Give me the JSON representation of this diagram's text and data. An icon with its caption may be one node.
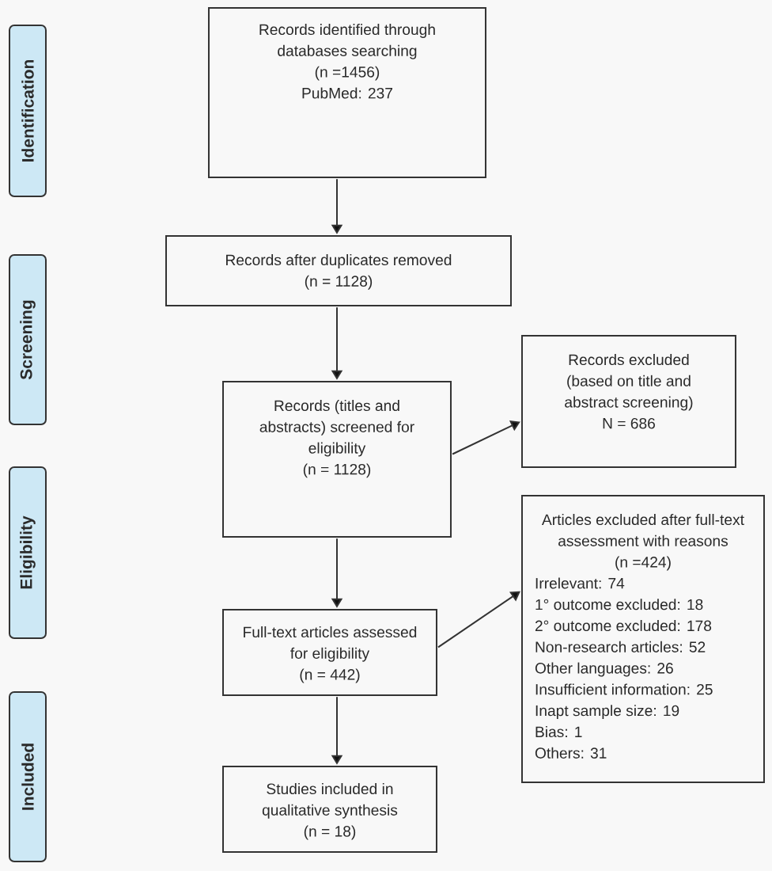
{
  "diagram": {
    "nodes": [
      {
        "text": [
          "Identification"
        ]
      },
      {
        "text": [
          "Screening"
        ]
      },
      {
        "text": [
          "Eligibility"
        ]
      },
      {
        "text": [
          "Included"
        ]
      },
      {
        "text": [
          "Records identified through databases searching",
          "(n =1456)",
          "PubMed: 237"
        ]
      },
      {
        "text": [
          "Records after duplicates removed",
          "(n = 1128)"
        ]
      },
      {
        "text": [
          "Records (titles and abstracts) screened for eligibility",
          "(n = 1128)"
        ]
      },
      {
        "text": [
          "Records excluded (based on title and abstract screening)",
          "N = 686"
        ]
      },
      {
        "text": [
          "Full-text articles assessed for eligibility",
          "(n = 442)"
        ]
      },
      {
        "text": [
          "Articles excluded after full-text assessment with reasons",
          "(n =424)",
          "Irrelevant: 74",
          "1° outcome excluded: 18",
          "2° outcome excluded: 178",
          "Non-research articles: 52",
          "Other languages: 26",
          "Insufficient information: 25",
          "Inapt sample size: 19",
          "Bias: 1",
          "Others: 31"
        ]
      },
      {
        "text": [
          "Studies included in qualitative synthesis",
          "(n = 18)"
        ]
      }
    ],
    "edges": [
      {
        "from": 4,
        "to": 5,
        "arrow": "to"
      },
      {
        "from": 5,
        "to": 6,
        "arrow": "to"
      },
      {
        "from": 6,
        "to": 7,
        "arrow": "to"
      },
      {
        "from": 6,
        "to": 8,
        "arrow": "to"
      },
      {
        "from": 8,
        "to": 9,
        "arrow": "to"
      },
      {
        "from": 8,
        "to": 10,
        "arrow": "to"
      }
    ]
  }
}
